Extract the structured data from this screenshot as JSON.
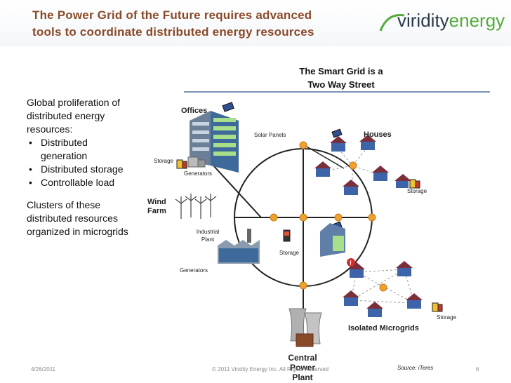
{
  "title_line1": "The Power Grid of the Future requires advanced",
  "title_line2": "tools to coordinate distributed energy resources",
  "logo": {
    "part1": "viridity",
    "part2": "energy"
  },
  "smart_grid_line1": "The  Smart Grid is a",
  "smart_grid_line2": "Two Way Street",
  "left_text": {
    "para1_lines": [
      "Global proliferation of",
      "distributed energy",
      "resources:"
    ],
    "bullets": [
      {
        "line1": "Distributed",
        "line2": "generation"
      },
      {
        "line1": "Distributed storage"
      },
      {
        "line1": "Controllable load"
      }
    ],
    "para2_lines": [
      "Clusters of these",
      "distributed resources",
      "organized in microgrids"
    ]
  },
  "labels": {
    "offices": "Offices",
    "solar_panels": "Solar Panels",
    "houses": "Houses",
    "storage_offices": "Storage",
    "generators_offices": "Generators",
    "storage_houses": "Storage",
    "wind_farm_1": "Wind",
    "wind_farm_2": "Farm",
    "industrial_1": "Industrial",
    "industrial_2": "Plant",
    "storage_center": "Storage",
    "generators_industrial": "Generators",
    "storage_micro": "Storage",
    "isolated_microgrids": "Isolated Microgrids",
    "central_1": "Central",
    "central_2": "Power Plant"
  },
  "footer": {
    "date": "4/26/2011",
    "copyright": "© 2011 Viridity Energy Inc.  All Rights Reserved",
    "source": "Source: iTeres",
    "page": "6"
  },
  "colors": {
    "title": "#8a4a2a",
    "rule": "#7a93b8",
    "node": "#f0a030",
    "grid_line": "#222222",
    "house_roof": "#7a2f3a",
    "house_wall": "#3d63a8",
    "logo_green": "#55a93a"
  }
}
